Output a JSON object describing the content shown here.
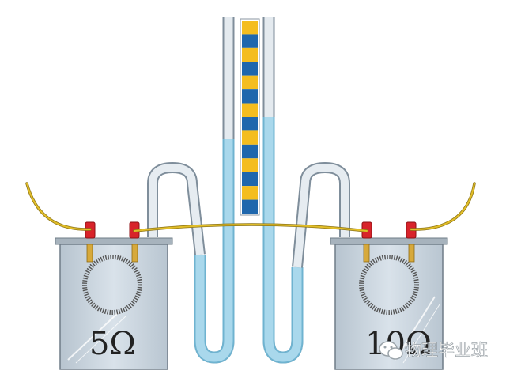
{
  "labels": {
    "left_resistor": "5Ω",
    "right_resistor": "10Ω",
    "watermark": "物理毕业班"
  },
  "icons": {
    "watermark": "wechat-icon"
  },
  "colors": {
    "liquid": "#a9d8ec",
    "scale_yellow": "#f4bd1f",
    "scale_blue": "#1f67ad",
    "terminal": "#d8232a",
    "wire": "#e2be28",
    "coil": "#555555",
    "container_fill": "#cdd8e0"
  },
  "scale": {
    "segments": 14
  }
}
